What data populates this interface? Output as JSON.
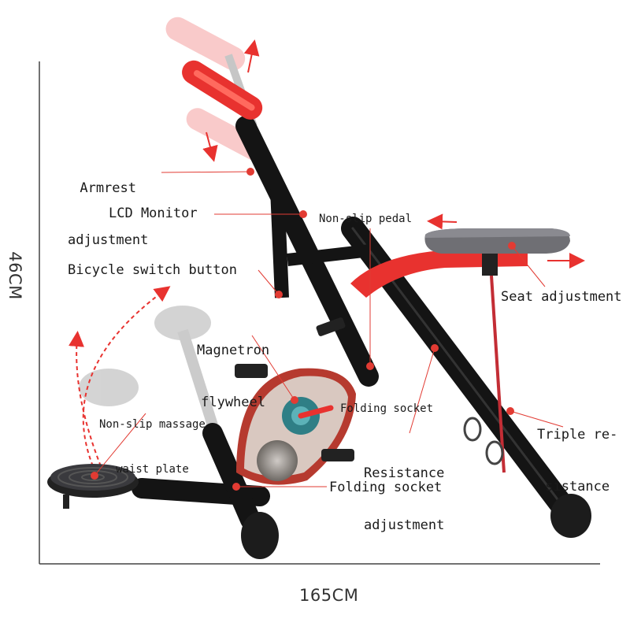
{
  "dimensions": {
    "height": "46CM",
    "width": "165CM"
  },
  "labels": {
    "armrest_line1": "Armrest",
    "armrest_line2": "adjustment",
    "lcd_monitor": "LCD Monitor",
    "non_slip_pedal": "Non-slip pedal",
    "bicycle_switch": "Bicycle switch button",
    "seat_adjustment": "Seat adjustment",
    "magnetron_line1": "Magnetron",
    "magnetron_line2": "flywheel",
    "massage_line1": "Non-slip massage",
    "massage_line2": "waist plate",
    "folding_socket_upper": "Folding socket",
    "triple_line1": "Triple re-",
    "triple_line2": "sistance",
    "resistance_line1": "Resistance",
    "resistance_line2": "adjustment",
    "folding_socket_lower": "Folding socket"
  },
  "colors": {
    "accent": "#e8322f",
    "frame": "#151515",
    "seat": "#6f6f74",
    "callout": "#e23b33"
  }
}
